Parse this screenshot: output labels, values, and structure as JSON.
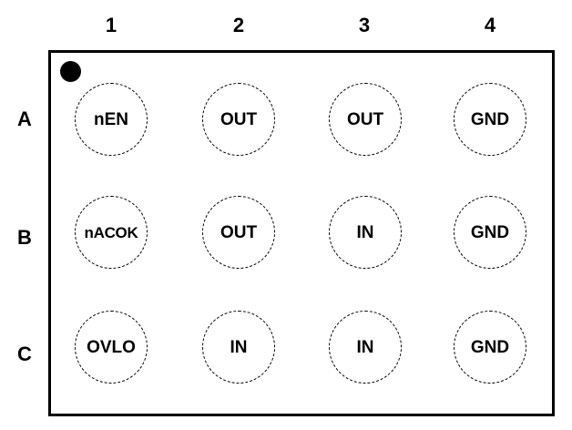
{
  "columns": [
    "1",
    "2",
    "3",
    "4"
  ],
  "rows": [
    "A",
    "B",
    "C"
  ],
  "pins": {
    "A": [
      "nEN",
      "OUT",
      "OUT",
      "GND"
    ],
    "B": [
      "nACOK",
      "OUT",
      "IN",
      "GND"
    ],
    "C": [
      "OVLO",
      "IN",
      "IN",
      "GND"
    ]
  },
  "colors": {
    "outline": "#000000",
    "background": "#ffffff"
  }
}
